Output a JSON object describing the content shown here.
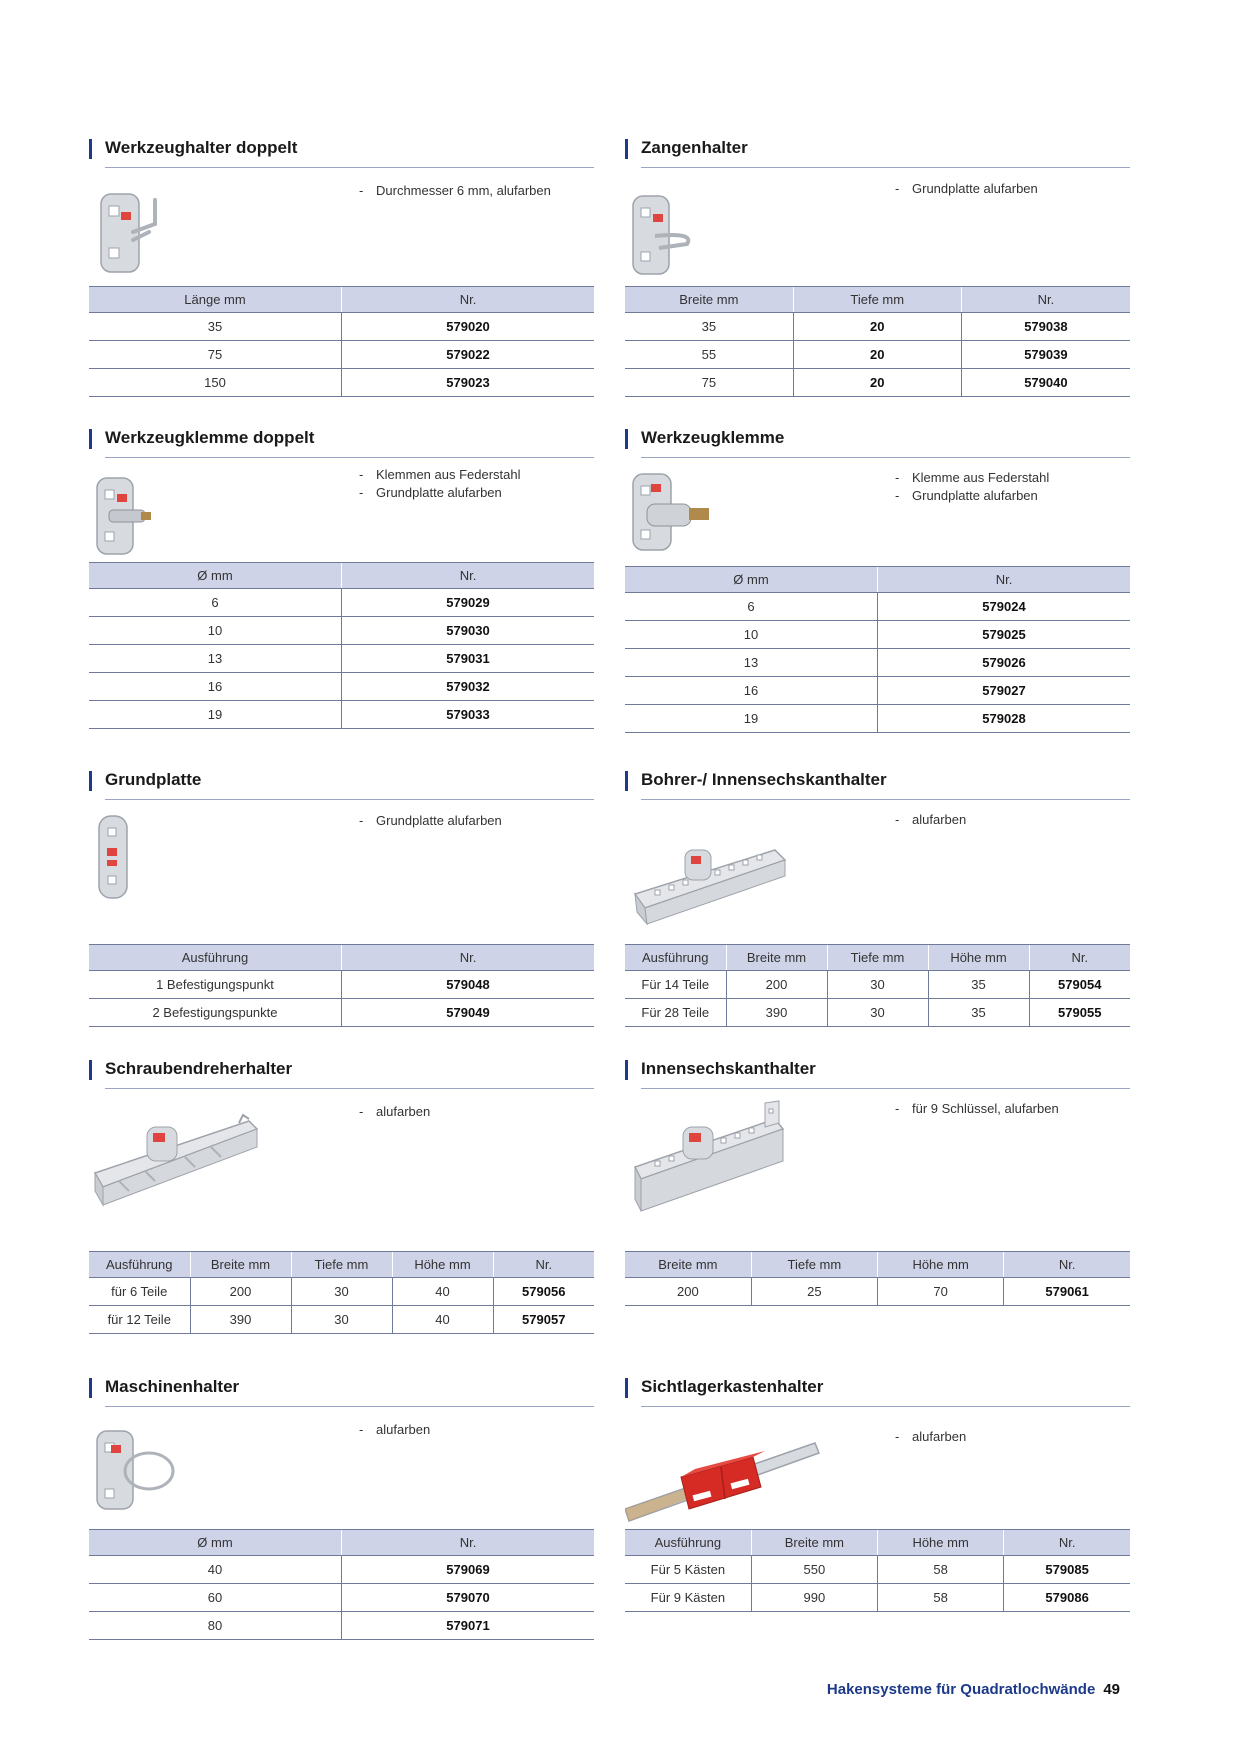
{
  "sections": [
    {
      "title": "Werkzeughalter doppelt",
      "bullets": [
        "Durchmesser 6 mm, alufarben"
      ],
      "headers": [
        "Länge mm",
        "Nr."
      ],
      "rows": [
        [
          "35",
          "579020"
        ],
        [
          "75",
          "579022"
        ],
        [
          "150",
          "579023"
        ]
      ]
    },
    {
      "title": "Zangenhalter",
      "bullets": [
        "Grundplatte alufarben"
      ],
      "headers": [
        "Breite mm",
        "Tiefe mm",
        "Nr."
      ],
      "rows": [
        [
          "35",
          "20",
          "579038"
        ],
        [
          "55",
          "20",
          "579039"
        ],
        [
          "75",
          "20",
          "579040"
        ]
      ]
    },
    {
      "title": "Werkzeugklemme doppelt",
      "bullets": [
        "Klemmen aus Federstahl",
        "Grundplatte alufarben"
      ],
      "headers": [
        "Ø mm",
        "Nr."
      ],
      "rows": [
        [
          "6",
          "579029"
        ],
        [
          "10",
          "579030"
        ],
        [
          "13",
          "579031"
        ],
        [
          "16",
          "579032"
        ],
        [
          "19",
          "579033"
        ]
      ]
    },
    {
      "title": "Werkzeugklemme",
      "bullets": [
        "Klemme aus Federstahl",
        "Grundplatte alufarben"
      ],
      "headers": [
        "Ø mm",
        "Nr."
      ],
      "rows": [
        [
          "6",
          "579024"
        ],
        [
          "10",
          "579025"
        ],
        [
          "13",
          "579026"
        ],
        [
          "16",
          "579027"
        ],
        [
          "19",
          "579028"
        ]
      ]
    },
    {
      "title": "Grundplatte",
      "bullets": [
        "Grundplatte alufarben"
      ],
      "headers": [
        "Ausführung",
        "Nr."
      ],
      "rows": [
        [
          "1 Befestigungspunkt",
          "579048"
        ],
        [
          "2 Befestigungspunkte",
          "579049"
        ]
      ]
    },
    {
      "title": "Bohrer-/ Innensechskanthalter",
      "bullets": [
        "alufarben"
      ],
      "headers": [
        "Ausführung",
        "Breite mm",
        "Tiefe mm",
        "Höhe mm",
        "Nr."
      ],
      "rows": [
        [
          "Für 14 Teile",
          "200",
          "30",
          "35",
          "579054"
        ],
        [
          "Für 28 Teile",
          "390",
          "30",
          "35",
          "579055"
        ]
      ]
    },
    {
      "title": "Schraubendreherhalter",
      "bullets": [
        "alufarben"
      ],
      "headers": [
        "Ausführung",
        "Breite mm",
        "Tiefe mm",
        "Höhe mm",
        "Nr."
      ],
      "rows": [
        [
          "für 6 Teile",
          "200",
          "30",
          "40",
          "579056"
        ],
        [
          "für 12 Teile",
          "390",
          "30",
          "40",
          "579057"
        ]
      ]
    },
    {
      "title": "Innensechskanthalter",
      "bullets": [
        "für 9 Schlüssel, alufarben"
      ],
      "headers": [
        "Breite mm",
        "Tiefe mm",
        "Höhe mm",
        "Nr."
      ],
      "rows": [
        [
          "200",
          "25",
          "70",
          "579061"
        ]
      ]
    },
    {
      "title": "Maschinenhalter",
      "bullets": [
        "alufarben"
      ],
      "headers": [
        "Ø mm",
        "Nr."
      ],
      "rows": [
        [
          "40",
          "579069"
        ],
        [
          "60",
          "579070"
        ],
        [
          "80",
          "579071"
        ]
      ]
    },
    {
      "title": "Sichtlagerkastenhalter",
      "bullets": [
        "alufarben"
      ],
      "headers": [
        "Ausführung",
        "Breite mm",
        "Höhe mm",
        "Nr."
      ],
      "rows": [
        [
          "Für 5 Kästen",
          "550",
          "58",
          "579085"
        ],
        [
          "Für 9 Kästen",
          "990",
          "58",
          "579086"
        ]
      ]
    }
  ],
  "footer": {
    "title": "Hakensysteme für Quadratlochwände",
    "page": "49"
  }
}
